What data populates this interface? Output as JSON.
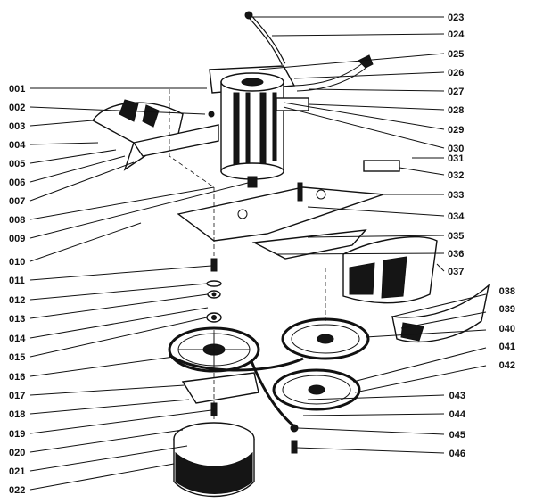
{
  "callouts": {
    "left": [
      "001",
      "002",
      "003",
      "004",
      "005",
      "006",
      "007",
      "008",
      "009",
      "010",
      "011",
      "012",
      "013",
      "014",
      "015",
      "016",
      "017",
      "018",
      "019",
      "020",
      "021",
      "022"
    ],
    "right": [
      "023",
      "024",
      "025",
      "026",
      "027",
      "028",
      "029",
      "030",
      "031",
      "032",
      "033",
      "034",
      "035",
      "036",
      "037",
      "038",
      "039",
      "040",
      "041",
      "042",
      "043",
      "044",
      "045",
      "046"
    ]
  }
}
